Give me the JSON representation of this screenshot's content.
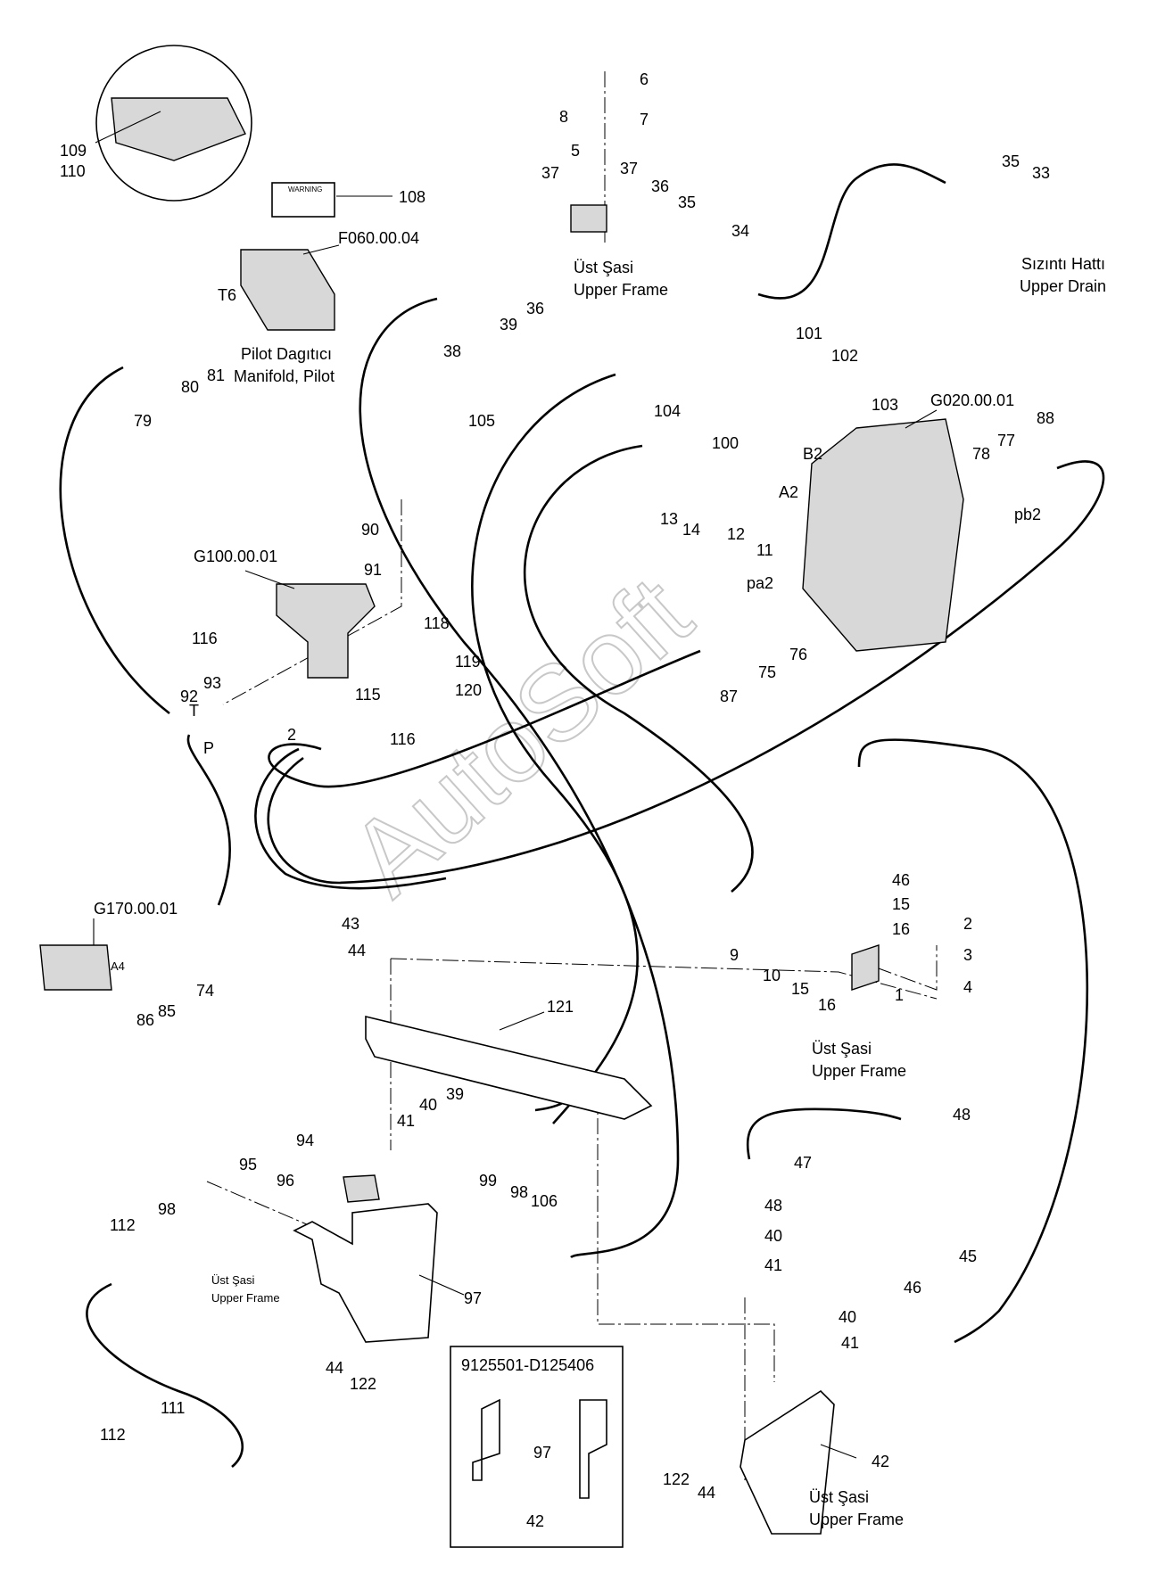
{
  "assemblies": {
    "pilot_manifold_code": "F060.00.04",
    "control_valve_code": "G020.00.01",
    "pedal_code": "G100.00.01",
    "solenoid_code": "G170.00.01",
    "serial_range": "9125501-D125406"
  },
  "text": {
    "pilot_manifold_tr": "Pilot Dagıtıcı",
    "pilot_manifold_en": "Manifold, Pilot",
    "drain_tr": "Sızıntı Hattı",
    "drain_en": "Upper Drain",
    "upper_frame_tr": "Üst Şasi",
    "upper_frame_en": "Upper Frame",
    "warning_label": "WARNING",
    "watermark": "AutoSoft"
  },
  "port_labels": {
    "t6": "T6",
    "b2": "B2",
    "a2": "A2",
    "pb2": "pb2",
    "pa2": "pa2",
    "a4": "A4",
    "t": "T",
    "p": "P"
  },
  "callouts": {
    "n1": "1",
    "n2": "2",
    "n3": "3",
    "n4": "4",
    "n5": "5",
    "n6": "6",
    "n7": "7",
    "n8": "8",
    "n9": "9",
    "n10": "10",
    "n11": "11",
    "n12": "12",
    "n13": "13",
    "n14": "14",
    "n15": "15",
    "n16": "16",
    "n33": "33",
    "n34": "34",
    "n35": "35",
    "n36": "36",
    "n37": "37",
    "n38": "38",
    "n39": "39",
    "n40": "40",
    "n41": "41",
    "n42": "42",
    "n43": "43",
    "n44": "44",
    "n45": "45",
    "n46": "46",
    "n47": "47",
    "n48": "48",
    "n74": "74",
    "n75": "75",
    "n76": "76",
    "n77": "77",
    "n78": "78",
    "n79": "79",
    "n80": "80",
    "n81": "81",
    "n85": "85",
    "n86": "86",
    "n87": "87",
    "n88": "88",
    "n90": "90",
    "n91": "91",
    "n92": "92",
    "n93": "93",
    "n94": "94",
    "n95": "95",
    "n96": "96",
    "n97": "97",
    "n98": "98",
    "n99": "99",
    "n100": "100",
    "n101": "101",
    "n102": "102",
    "n103": "103",
    "n104": "104",
    "n105": "105",
    "n106": "106",
    "n108": "108",
    "n109": "109",
    "n110": "110",
    "n111": "111",
    "n112": "112",
    "n115": "115",
    "n116": "116",
    "n118": "118",
    "n119": "119",
    "n120": "120",
    "n121": "121",
    "n122": "122"
  },
  "colors": {
    "ink": "#000000",
    "watermark": "#c8c8c8",
    "fill": "#d8d8d8"
  }
}
